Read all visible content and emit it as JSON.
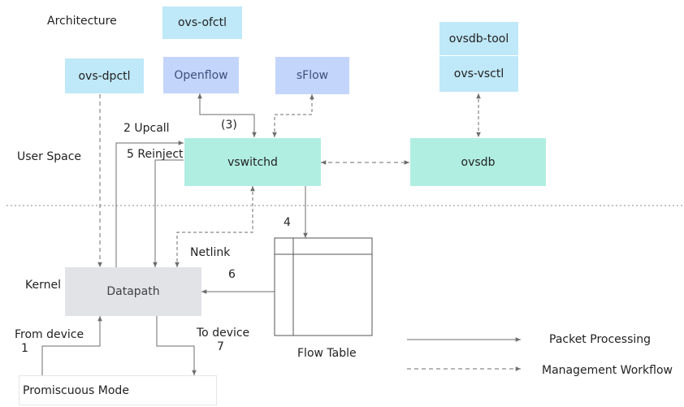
{
  "section_labels": {
    "architecture": "Architecture",
    "user_space": "User Space",
    "kernel": "Kernel"
  },
  "nodes": {
    "ovs_ofctl": "ovs-ofctl",
    "ovs_dpctl": "ovs-dpctl",
    "openflow": "Openflow",
    "sflow": "sFlow",
    "ovsdb_tool": "ovsdb-tool",
    "ovs_vsctl": "ovs-vsctl",
    "vswitchd": "vswitchd",
    "ovsdb": "ovsdb",
    "datapath": "Datapath",
    "promiscuous_mode": "Promiscuous Mode",
    "flow_table": "Flow Table"
  },
  "edge_labels": {
    "upcall": "2 Upcall",
    "reinject": "5 Reinject",
    "step3": "(3)",
    "step4": "4",
    "netlink": "Netlink",
    "step6": "6",
    "from_device": "From device",
    "step1": "1",
    "to_device": "To device",
    "step7": "7"
  },
  "legend": {
    "solid": "Packet Processing",
    "dashed": "Management Workflow"
  },
  "colors": {
    "light_blue": "#bfe8f8",
    "lavender": "#c3d5fb",
    "mint": "#b1eee2",
    "grey": "#e2e3e7",
    "line": "#6d6d6d"
  }
}
